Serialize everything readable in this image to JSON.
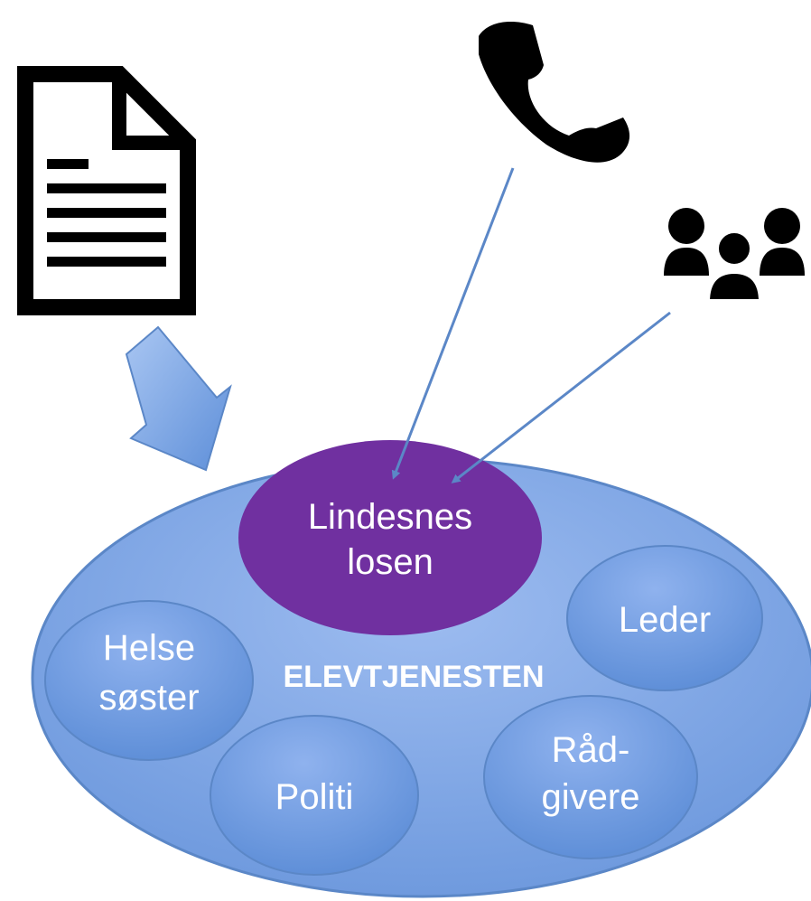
{
  "colors": {
    "outer_ellipse": "#7fa6e6",
    "inner_ellipse": "#6d97dc",
    "highlight_node": "#7030a0",
    "arrow": "#5b87c7",
    "icon": "#000000",
    "text": "#ffffff"
  },
  "icons": {
    "document": "document-icon",
    "phone": "phone-icon",
    "group": "group-icon",
    "block_arrow": "down-right-arrow-icon"
  },
  "diagram": {
    "center_label": "ELEVTJENESTEN",
    "highlight_node": {
      "line1": "Lindesnes",
      "line2": "losen"
    },
    "nodes": {
      "helse": {
        "line1": "Helse",
        "line2": "søster"
      },
      "leder": {
        "line1": "Leder"
      },
      "politi": {
        "line1": "Politi"
      },
      "radgivere": {
        "line1": "Råd-",
        "line2": "givere"
      }
    }
  }
}
